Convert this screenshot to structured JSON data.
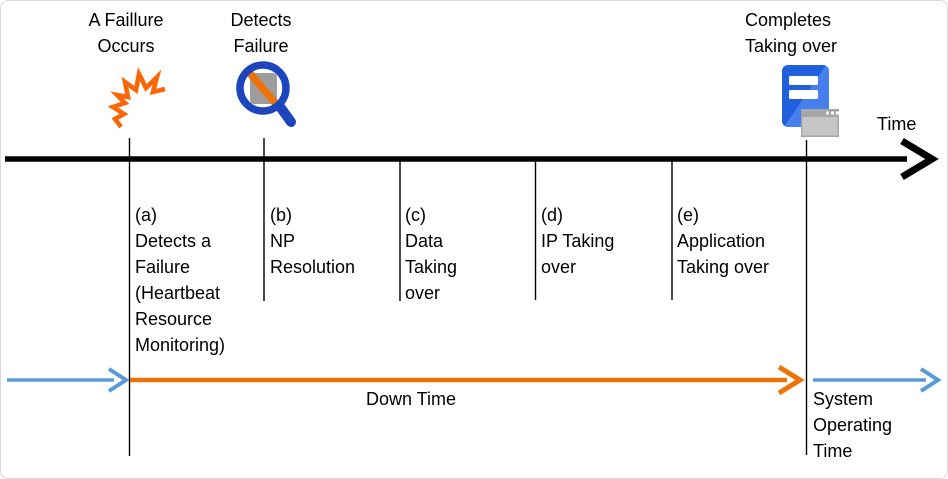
{
  "timeline": {
    "time_label": "Time"
  },
  "events": [
    {
      "name": "failure-occurs",
      "label": "A Faillure\nOccurs",
      "icon": "failure-spark-icon"
    },
    {
      "name": "detects-failure",
      "label": "Detects\nFailure",
      "icon": "detect-magnifier-icon"
    },
    {
      "name": "completes-takeover",
      "label": "Completes\nTaking over",
      "icon": "server-takeover-icon"
    }
  ],
  "phases": [
    {
      "id": "a",
      "label": "(a)\nDetects a\n Failure\n(Heartbeat\nResource\nMonitoring)"
    },
    {
      "id": "b",
      "label": "(b)\nNP\nResolution"
    },
    {
      "id": "c",
      "label": "(c)\nData\nTaking\nover"
    },
    {
      "id": "d",
      "label": "(d)\nIP Taking\nover"
    },
    {
      "id": "e",
      "label": "(e)\nApplication\nTaking over"
    }
  ],
  "bottom": {
    "down_time_label": "Down Time",
    "system_operating_label": "System\nOperating\nTime"
  },
  "colors": {
    "timeline_black": "#000000",
    "downtime_orange": "#ED7208",
    "operating_blue": "#5B9BD5",
    "spark_orange": "#FB6708",
    "magnifier_blue": "#1D46BE",
    "server_blue": "#2160DC",
    "server_blue_light": "#477FEE",
    "icon_gray": "#A6A6A6",
    "border_gray": "#D9D9D9"
  }
}
